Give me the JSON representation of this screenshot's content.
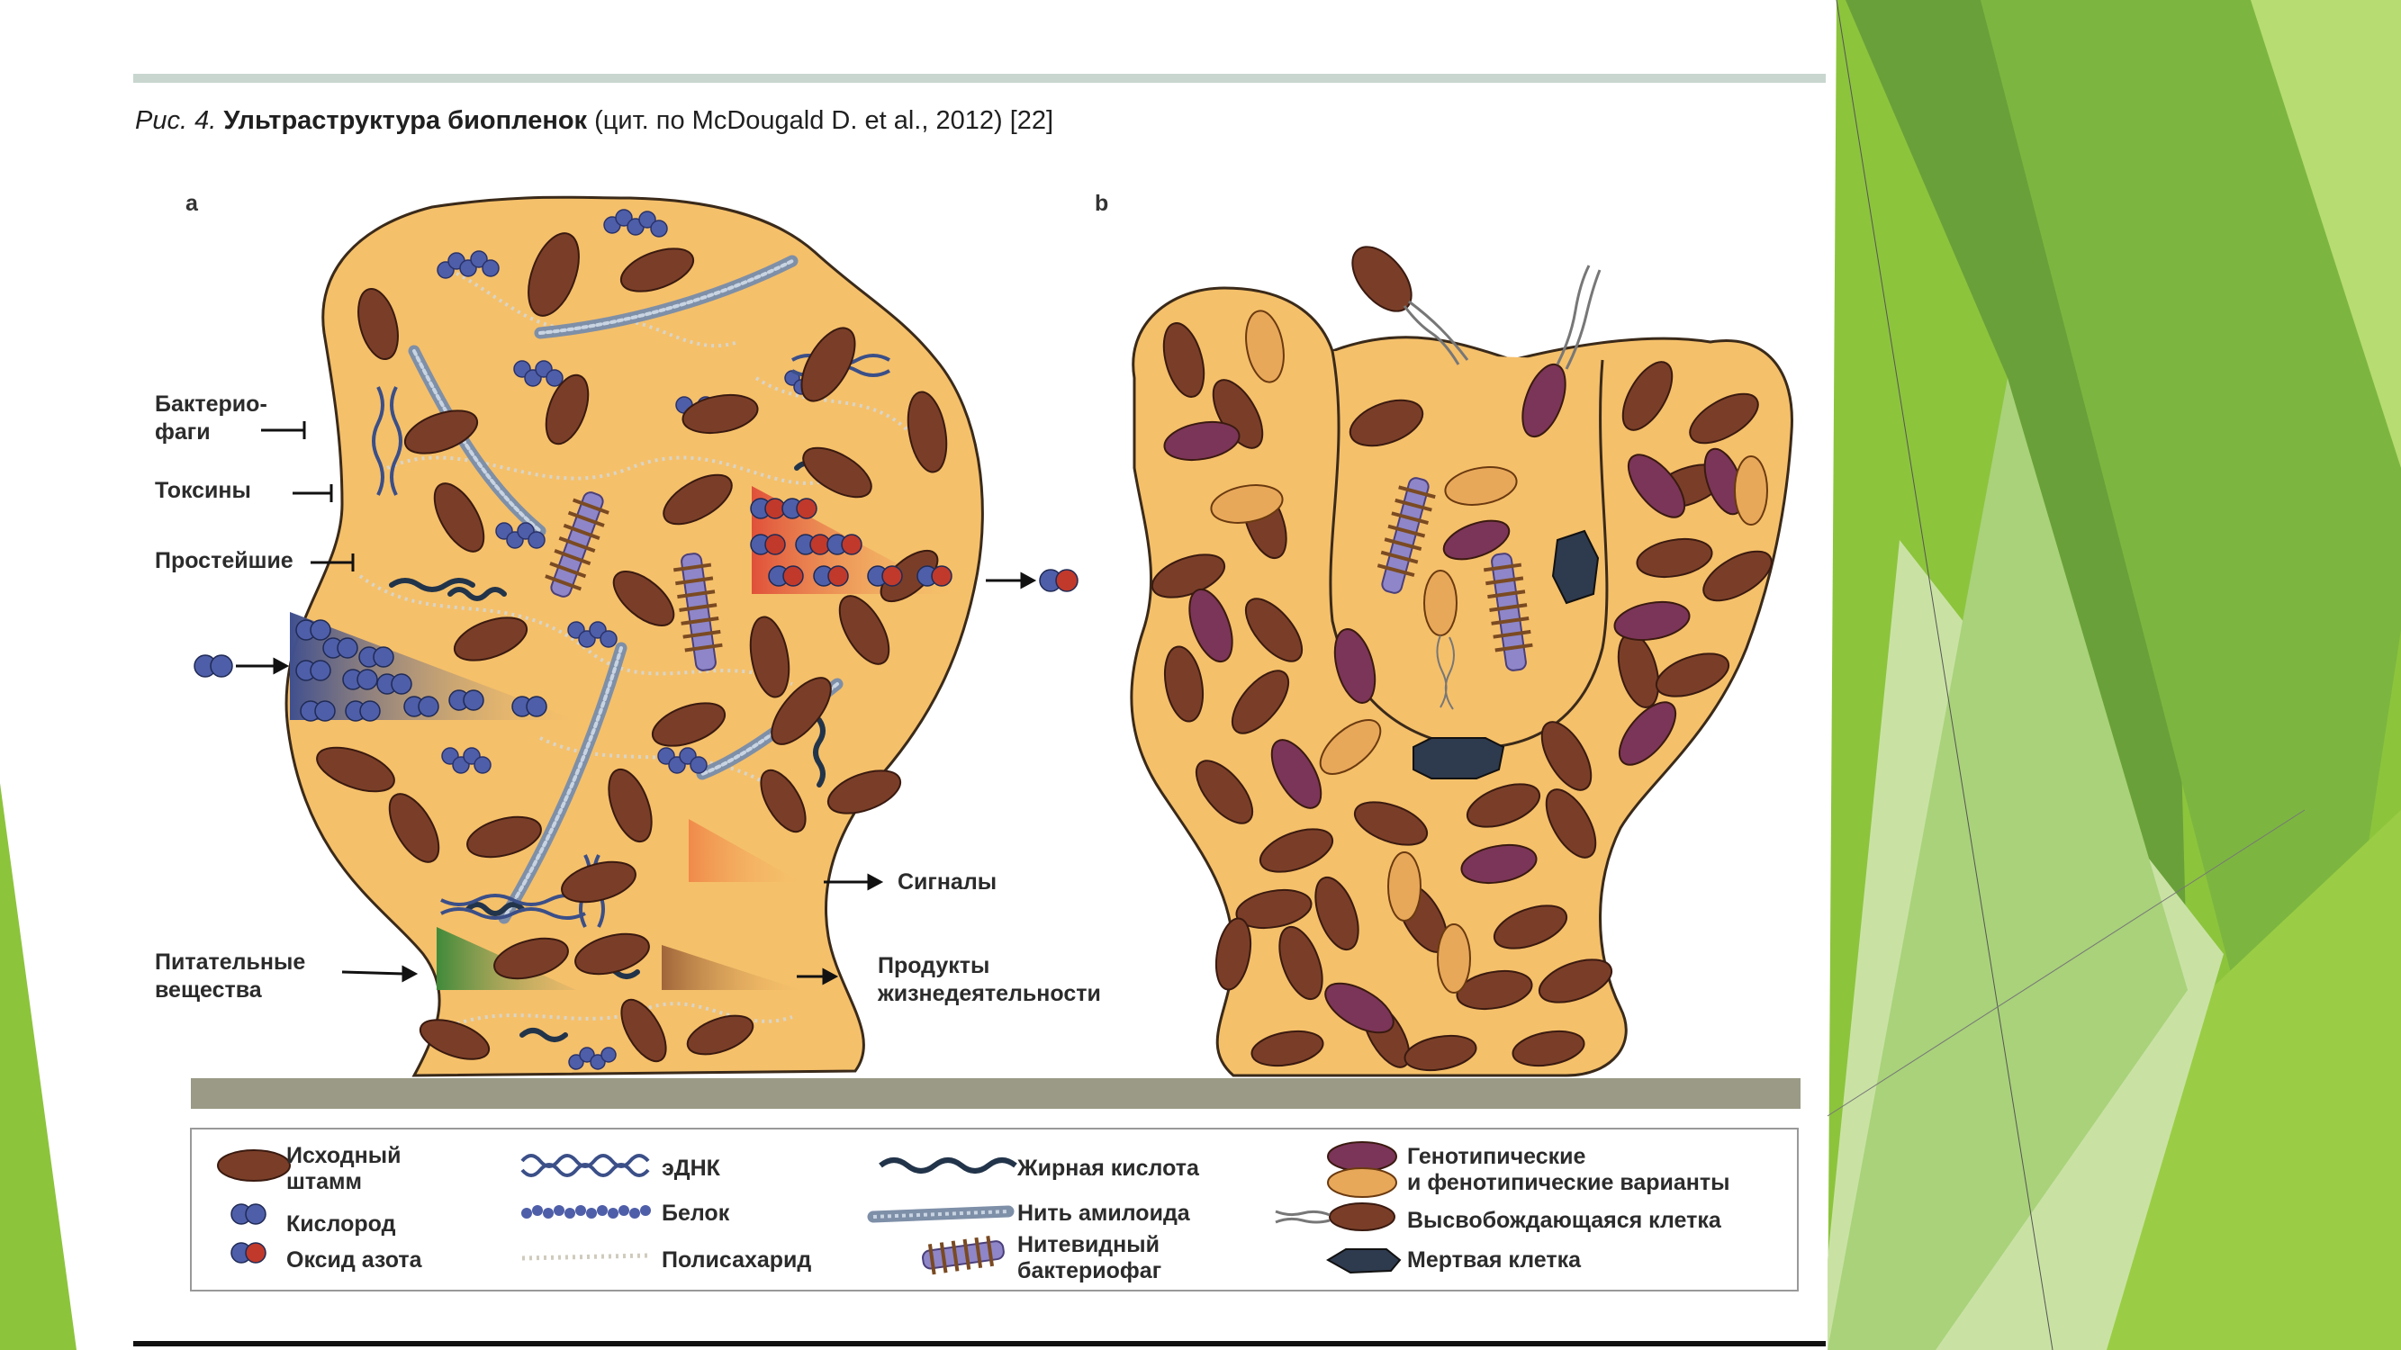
{
  "caption": {
    "number": "Рис. 4.",
    "title": "Ультраструктура биопленок",
    "source": "(цит. по McDougald D. et al., 2012) [22]"
  },
  "panels": {
    "a": "a",
    "b": "b"
  },
  "left_labels": {
    "bacteriophages_line1": "Бактерио-",
    "bacteriophages_line2": "фаги",
    "toxins": "Токсины",
    "protozoa": "Простейшие",
    "nutrients_line1": "Питательные",
    "nutrients_line2": "вещества"
  },
  "right_labels": {
    "signals": "Сигналы",
    "products_line1": "Продукты",
    "products_line2": "жизнедеятельности"
  },
  "legend": {
    "original_strain_line1": "Исходный",
    "original_strain_line2": "штамм",
    "oxygen": "Кислород",
    "nitric_oxide": "Оксид азота",
    "edna": "эДНК",
    "protein": "Белок",
    "polysaccharide": "Полисахарид",
    "fatty_acid": "Жирная кислота",
    "amyloid_fiber": "Нить амилоида",
    "filamentous_phage_line1": "Нитевидный",
    "filamentous_phage_line2": "бактериофаг",
    "variants_line1": "Генотипические",
    "variants_line2": "и фенотипические варианты",
    "released_cell": "Высвобождающаяся клетка",
    "dead_cell": "Мертвая клетка"
  },
  "colors": {
    "biofilm": "#f5c06a",
    "biofilm_edge": "#3a2a1a",
    "cell": "#7a3e28",
    "variant_purple": "#7b3558",
    "variant_orange": "#e8a85a",
    "oxygen": "#4e5ea8",
    "nitric_red": "#c0392b",
    "substratum": "#9a9a86",
    "slide_green_dark": "#5a9e35",
    "slide_green": "#8cc43c",
    "slide_green_light": "#c9e2a4"
  }
}
